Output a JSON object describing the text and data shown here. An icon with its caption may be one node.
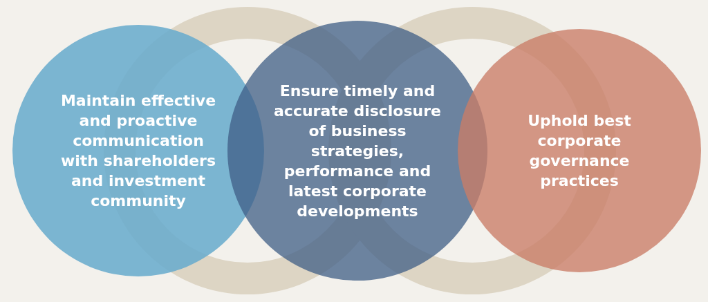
{
  "diagram": {
    "nodes": [
      {
        "text": [
          "Maintain effective and proactive communication with shareholders and investment community"
        ]
      },
      {
        "text": [
          "Ensure timely and accurate disclosure of business strategies, performance and latest corporate developments"
        ]
      },
      {
        "text": [
          "Uphold best corporate governance practices"
        ]
      }
    ]
  }
}
